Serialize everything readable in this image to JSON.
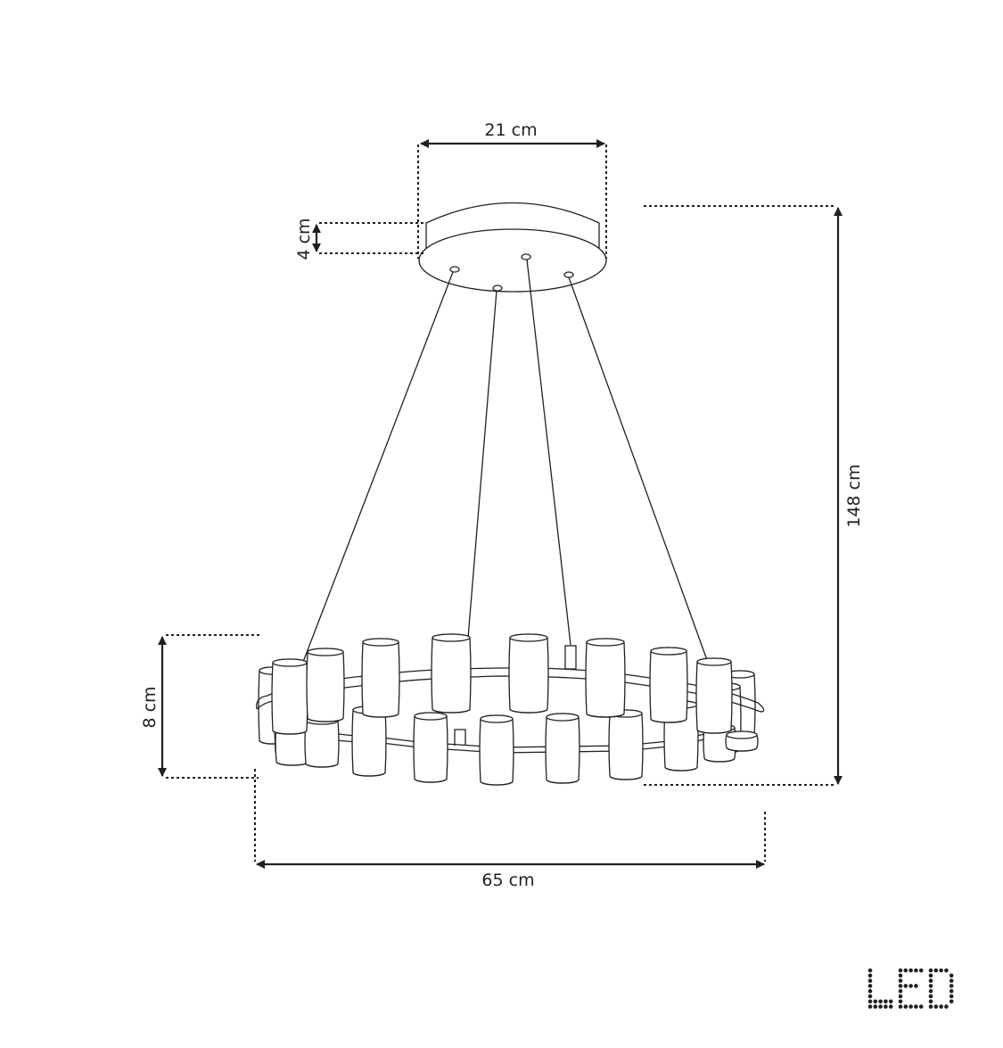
{
  "title": "Pendant lamp dimension drawing",
  "product": {
    "type": "LED ring chandelier with cylindrical shades",
    "suspension_wires": 4,
    "shade_count": 26
  },
  "dimensions": {
    "canopy_diameter": {
      "label": "21 cm",
      "value": 21,
      "unit": "cm"
    },
    "canopy_height": {
      "label": "4 cm",
      "value": 4,
      "unit": "cm"
    },
    "total_height": {
      "label": "148 cm",
      "value": 148,
      "unit": "cm"
    },
    "body_height": {
      "label": "8 cm",
      "value": 8,
      "unit": "cm"
    },
    "body_diameter": {
      "label": "65 cm",
      "value": 65,
      "unit": "cm"
    }
  },
  "badge": {
    "text": "LED"
  },
  "colors": {
    "ink": "#231f20",
    "background": "#ffffff"
  }
}
